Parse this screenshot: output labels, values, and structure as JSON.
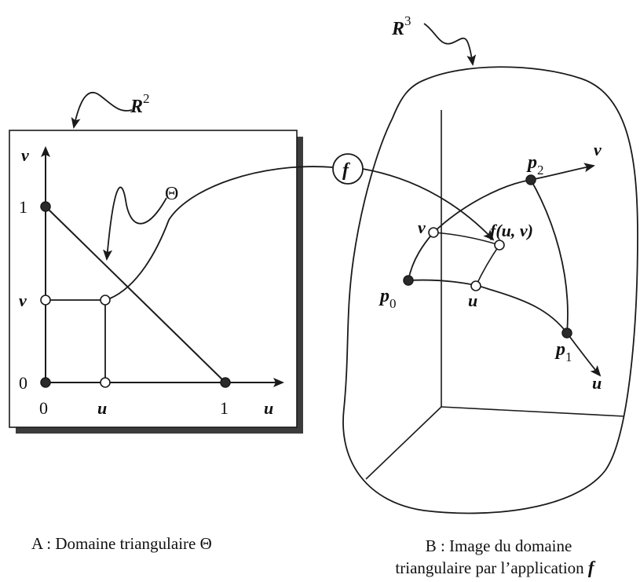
{
  "left_panel": {
    "space_label": "R",
    "space_exp": "2",
    "axis_u": "u",
    "axis_v": "v",
    "tick_0_x": "0",
    "tick_0_y": "0",
    "tick_1_x": "1",
    "tick_1_y": "1",
    "point_u": "u",
    "point_v": "v",
    "domain_symbol": "Θ"
  },
  "mapping": {
    "label": "f"
  },
  "right_panel": {
    "space_label": "R",
    "space_exp": "3",
    "axis_u": "u",
    "axis_v": "v",
    "p0": "p",
    "p0_sub": "0",
    "p1": "p",
    "p1_sub": "1",
    "p2": "p",
    "p2_sub": "2",
    "point_u": "u",
    "point_v": "v",
    "image_label": "f(u, v)"
  },
  "captions": {
    "left": "A : Domaine triangulaire Θ",
    "right_line1": "B : Image du domaine",
    "right_line2_text": "triangulaire par l’application ",
    "right_line2_symbol": "f"
  },
  "colors": {
    "ink": "#1a1a1a",
    "shadow": "#3c3c3c",
    "fill_dark": "#2a2a2a",
    "fill_light": "#ffffff"
  }
}
